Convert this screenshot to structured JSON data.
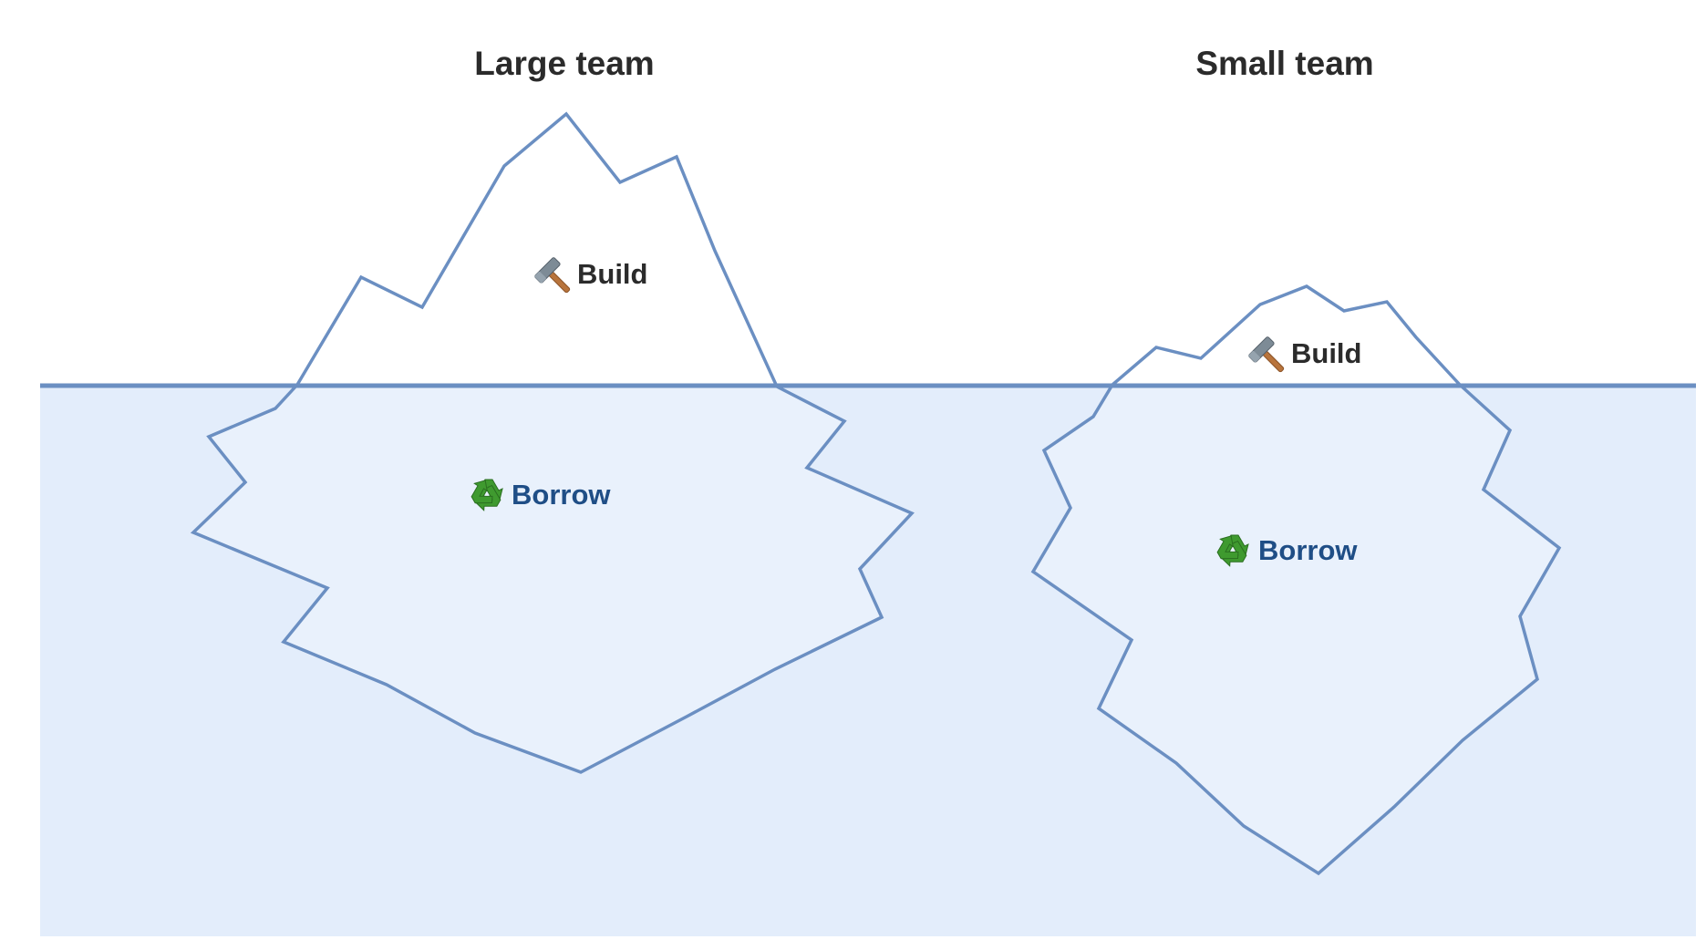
{
  "colors": {
    "water": "#e3edfb",
    "iceberg_underwater": "#e9f1fc",
    "iceberg_above": "#ffffff",
    "outline": "#6b8fc2",
    "waterline": "#6b8fc2",
    "title_text": "#2b2b2b",
    "build_text": "#2b2b2b",
    "borrow_text": "#1f4e86"
  },
  "icons": {
    "build": "hammer-icon",
    "borrow": "recycle-icon"
  },
  "diagram": {
    "large_team": {
      "title": "Large team",
      "above_label": "Build",
      "below_label": "Borrow"
    },
    "small_team": {
      "title": "Small team",
      "above_label": "Build",
      "below_label": "Borrow"
    }
  }
}
